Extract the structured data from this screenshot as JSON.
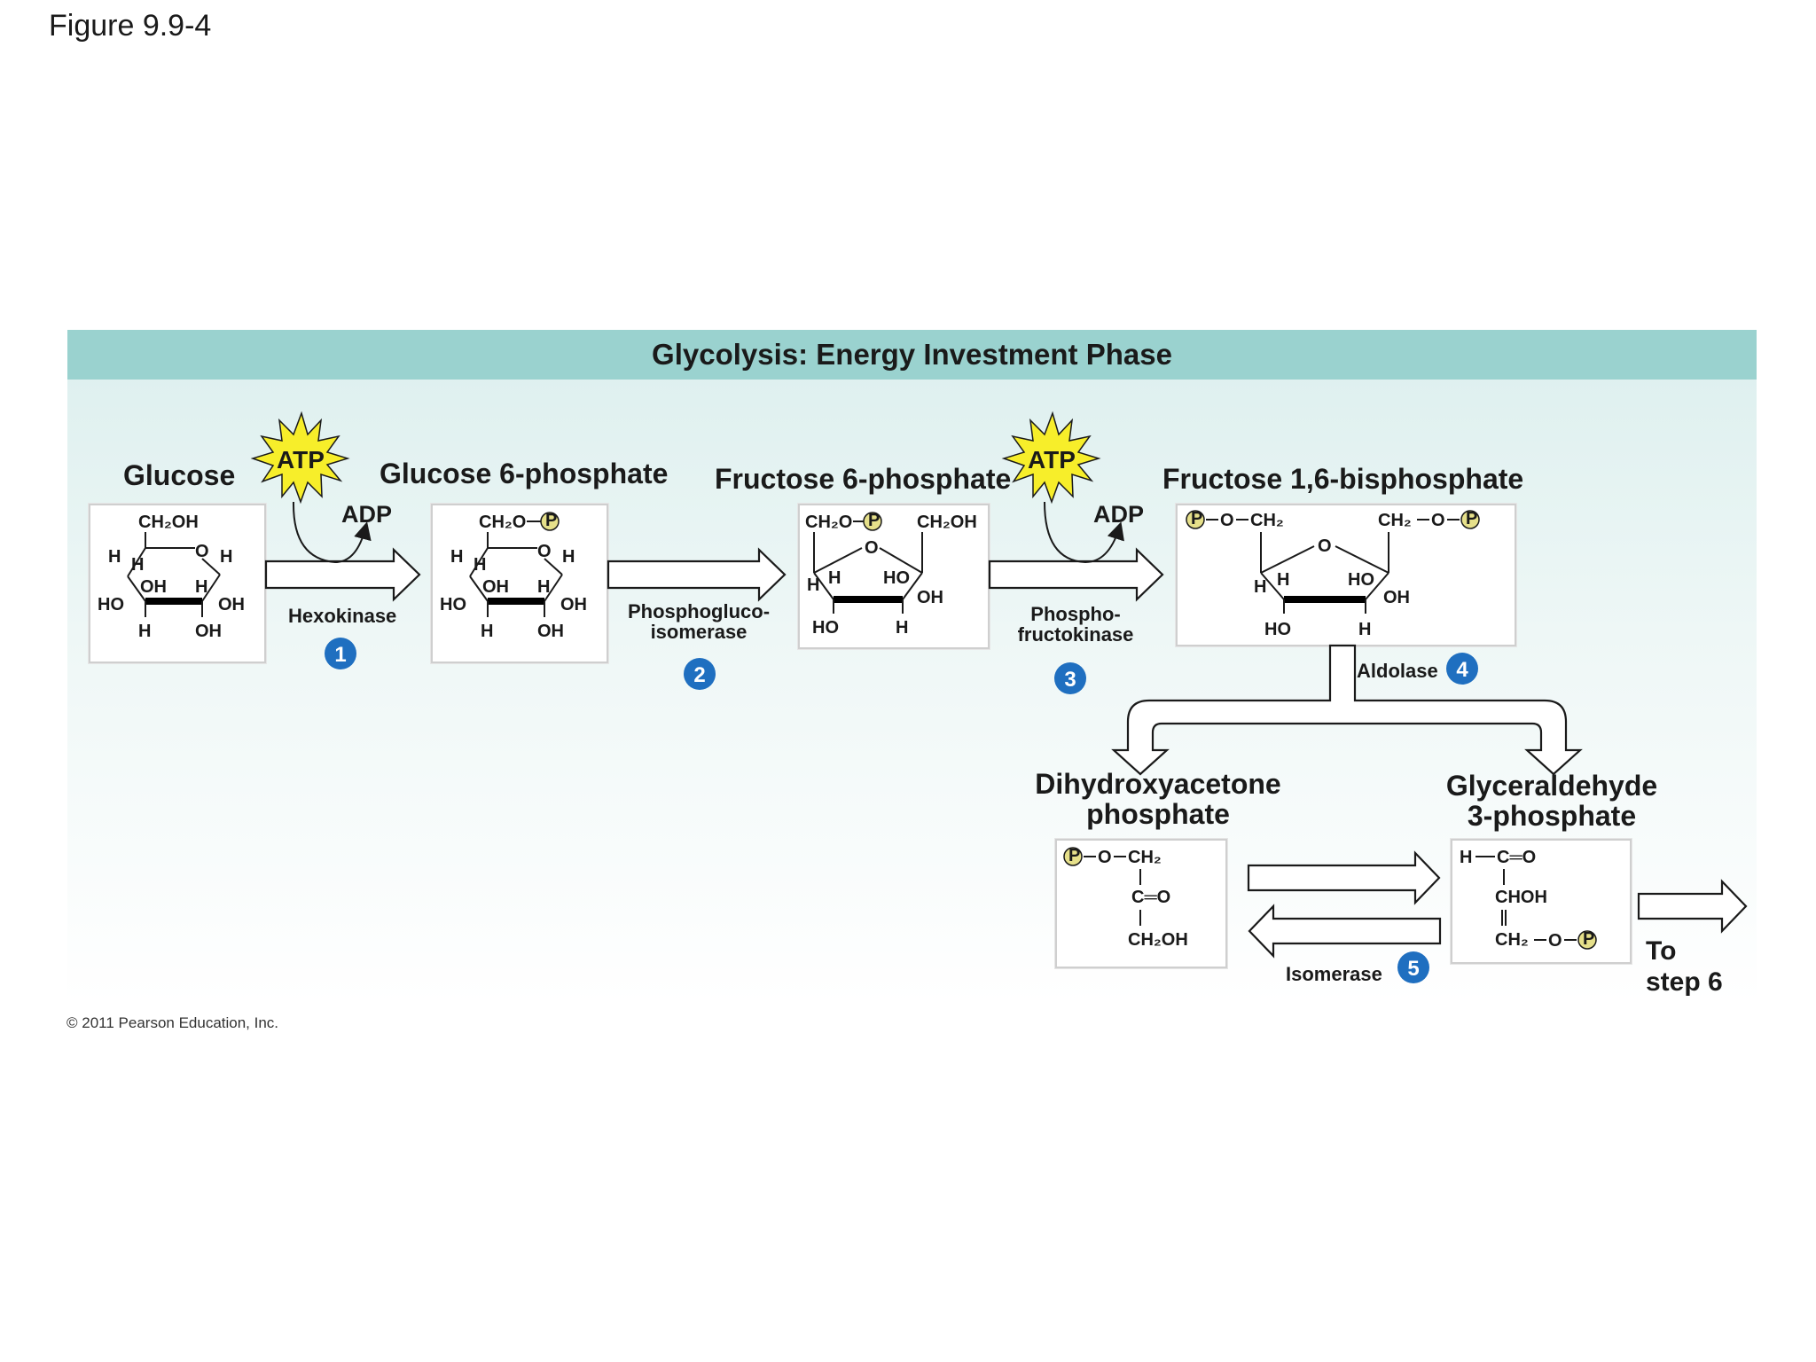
{
  "figure_label": "Figure 9.9-4",
  "banner_title": "Glycolysis: Energy Investment Phase",
  "copyright": "© 2011 Pearson Education, Inc.",
  "molecules": {
    "glucose": "Glucose",
    "g6p": "Glucose 6-phosphate",
    "f6p": "Fructose 6-phosphate",
    "f16bp": "Fructose 1,6-bisphosphate",
    "dhap_line1": "Dihydroxyacetone",
    "dhap_line2": "phosphate",
    "g3p_line1": "Glyceraldehyde",
    "g3p_line2": "3-phosphate"
  },
  "cofactors": {
    "atp": "ATP",
    "adp": "ADP"
  },
  "enzymes": {
    "hexokinase": "Hexokinase",
    "pgi_line1": "Phosphogluco-",
    "pgi_line2": "isomerase",
    "pfk_line1": "Phospho-",
    "pfk_line2": "fructokinase",
    "aldolase": "Aldolase",
    "isomerase": "Isomerase"
  },
  "steps": [
    "1",
    "2",
    "3",
    "4",
    "5"
  ],
  "next_step_line1": "To",
  "next_step_line2": "step 6",
  "structure_labels": {
    "ch2oh": "CH₂OH",
    "ch2o": "CH₂O",
    "ch2": "CH₂",
    "o": "O",
    "h": "H",
    "oh": "OH",
    "ho": "HO",
    "p": "P",
    "co": "C═O",
    "hc": "H",
    "choh": "CHOH"
  },
  "colors": {
    "banner": "#9ad2cf",
    "step_circle": "#1f6fc0",
    "atp_burst": "#f7ee2a"
  }
}
